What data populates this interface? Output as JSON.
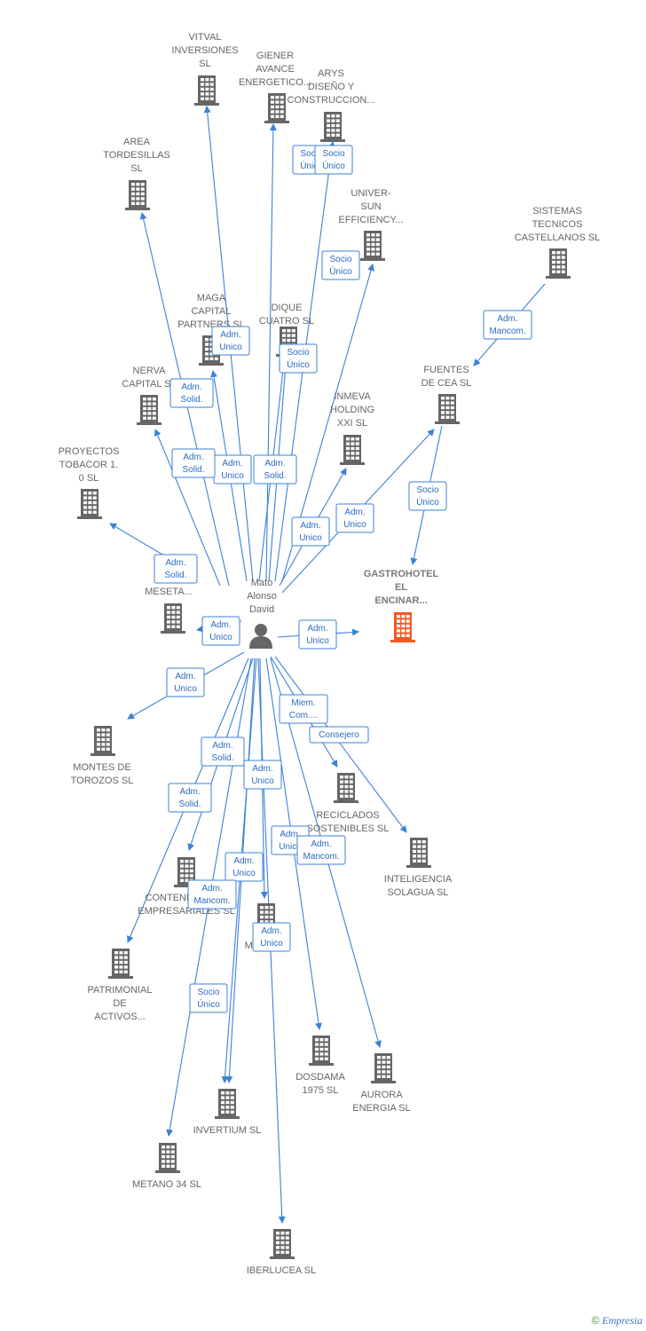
{
  "person": {
    "name": [
      "Mato",
      "Alonso",
      "David"
    ]
  },
  "colors": {
    "edge": "#3b82d6",
    "node": "#666666",
    "highlight": "#f15a24",
    "label_border": "#3b82d6"
  },
  "footer": {
    "copyright": "©",
    "brand": "Empresia"
  },
  "companies": [
    {
      "id": "vitval",
      "lines": [
        "VITVAL",
        "INVERSIONES",
        "SL"
      ]
    },
    {
      "id": "giener",
      "lines": [
        "GIENER",
        "AVANCE",
        "ENERGETICO..."
      ]
    },
    {
      "id": "arys",
      "lines": [
        "ARYS",
        "DISEÑO Y",
        "CONSTRUCCION..."
      ]
    },
    {
      "id": "area",
      "lines": [
        "AREA",
        "TORDESILLAS",
        "SL"
      ]
    },
    {
      "id": "univer",
      "lines": [
        "UNIVER-",
        "SUN",
        "EFFICIENCY..."
      ]
    },
    {
      "id": "sistemas",
      "lines": [
        "SISTEMAS",
        "TECNICOS",
        "CASTELLANOS SL"
      ]
    },
    {
      "id": "maga",
      "lines": [
        "MAGA",
        "CAPITAL",
        "PARTNERS SL"
      ]
    },
    {
      "id": "dique",
      "lines": [
        "DIQUE",
        "CUATRO SL"
      ]
    },
    {
      "id": "fuentes",
      "lines": [
        "FUENTES",
        "DE CEA SL"
      ]
    },
    {
      "id": "nerva",
      "lines": [
        "NERVA",
        "CAPITAL SL"
      ]
    },
    {
      "id": "inmeva",
      "lines": [
        "INMEVA",
        "HOLDING",
        "XXI SL"
      ]
    },
    {
      "id": "proyectos",
      "lines": [
        "PROYECTOS",
        "TOBACOR 1.",
        "0 SL"
      ]
    },
    {
      "id": "gastrohotel",
      "lines": [
        "GASTROHOTEL",
        "EL",
        "ENCINAR..."
      ],
      "highlight": true
    },
    {
      "id": "cl",
      "lines": [
        "CL",
        "LOG",
        "MESETA..."
      ]
    },
    {
      "id": "montes",
      "lines": [
        "MONTES DE",
        "TOROZOS SL"
      ]
    },
    {
      "id": "reciclados",
      "lines": [
        "RECICLADOS",
        "SOSTENIBLES SL"
      ]
    },
    {
      "id": "inteligencia",
      "lines": [
        "INTELIGENCIA",
        "SOLAGUA SL"
      ]
    },
    {
      "id": "contenedores",
      "lines": [
        "CONTENEDORES",
        "EMPRESARIALES SL"
      ]
    },
    {
      "id": "mata",
      "lines": [
        "MATA SL"
      ]
    },
    {
      "id": "patrimonial",
      "lines": [
        "PATRIMONIAL",
        "DE",
        "ACTIVOS..."
      ]
    },
    {
      "id": "dosdama",
      "lines": [
        "DOSDAMA",
        "1975 SL"
      ]
    },
    {
      "id": "aurora",
      "lines": [
        "AURORA",
        "ENERGIA SL"
      ]
    },
    {
      "id": "invertium",
      "lines": [
        "INVERTIUM SL"
      ]
    },
    {
      "id": "metano",
      "lines": [
        "METANO 34 SL"
      ]
    },
    {
      "id": "iberlucea",
      "lines": [
        "IBERLUCEA SL"
      ]
    }
  ],
  "relations": [
    {
      "from": "person",
      "to": "vitval",
      "label": [
        "Adm.",
        "Unico"
      ]
    },
    {
      "from": "person",
      "to": "giener",
      "label": [
        "Socio",
        "Único"
      ]
    },
    {
      "from": "person",
      "to": "arys",
      "label": [
        "Socio",
        "Único"
      ]
    },
    {
      "from": "person",
      "to": "area",
      "label": [
        "Adm.",
        "Solid."
      ]
    },
    {
      "from": "person",
      "to": "univer",
      "label": [
        "Socio",
        "Único"
      ]
    },
    {
      "from": "sistemas",
      "to": "fuentes",
      "label": [
        "Adm.",
        "Mancom."
      ]
    },
    {
      "from": "person",
      "to": "maga",
      "label": [
        "Adm.",
        "Unico"
      ]
    },
    {
      "from": "person",
      "to": "dique",
      "label": [
        "Socio",
        "Único"
      ]
    },
    {
      "from": "person",
      "to": "dique",
      "label": [
        "Adm.",
        "Solid."
      ]
    },
    {
      "from": "fuentes",
      "to": "gastrohotel",
      "label": [
        "Socio",
        "Único"
      ]
    },
    {
      "from": "person",
      "to": "nerva",
      "label": [
        "Adm.",
        "Solid."
      ]
    },
    {
      "from": "person",
      "to": "inmeva",
      "label": [
        "Adm.",
        "Unico"
      ]
    },
    {
      "from": "person",
      "to": "fuentes",
      "label": [
        "Adm.",
        "Unico"
      ]
    },
    {
      "from": "person",
      "to": "proyectos",
      "label": [
        "Adm.",
        "Solid."
      ]
    },
    {
      "from": "person",
      "to": "gastrohotel",
      "label": [
        "Adm.",
        "Unico"
      ]
    },
    {
      "from": "person",
      "to": "cl",
      "label": [
        "Adm.",
        "Unico"
      ]
    },
    {
      "from": "person",
      "to": "montes",
      "label": [
        "Adm.",
        "Unico"
      ]
    },
    {
      "from": "person",
      "to": "reciclados",
      "label": [
        "Miem.",
        "Com...."
      ]
    },
    {
      "from": "person",
      "to": "inteligencia",
      "label": [
        "Consejero"
      ]
    },
    {
      "from": "person",
      "to": "contenedores",
      "label": [
        "Adm.",
        "Solid."
      ]
    },
    {
      "from": "person",
      "to": "mata",
      "label": [
        "Adm.",
        "Unico"
      ]
    },
    {
      "from": "person",
      "to": "patrimonial",
      "label": [
        "Adm.",
        "Solid."
      ]
    },
    {
      "from": "person",
      "to": "dosdama",
      "label": [
        "Adm.",
        "Unico"
      ]
    },
    {
      "from": "person",
      "to": "aurora",
      "label": [
        "Adm.",
        "Mancom."
      ]
    },
    {
      "from": "person",
      "to": "invertium",
      "label": [
        "Adm.",
        "Unico"
      ]
    },
    {
      "from": "person",
      "to": "invertium",
      "label": [
        "Adm.",
        "Mancom."
      ]
    },
    {
      "from": "person",
      "to": "metano",
      "label": [
        "Socio",
        "Único"
      ]
    },
    {
      "from": "person",
      "to": "iberlucea",
      "label": [
        "Adm.",
        "Unico"
      ]
    }
  ]
}
